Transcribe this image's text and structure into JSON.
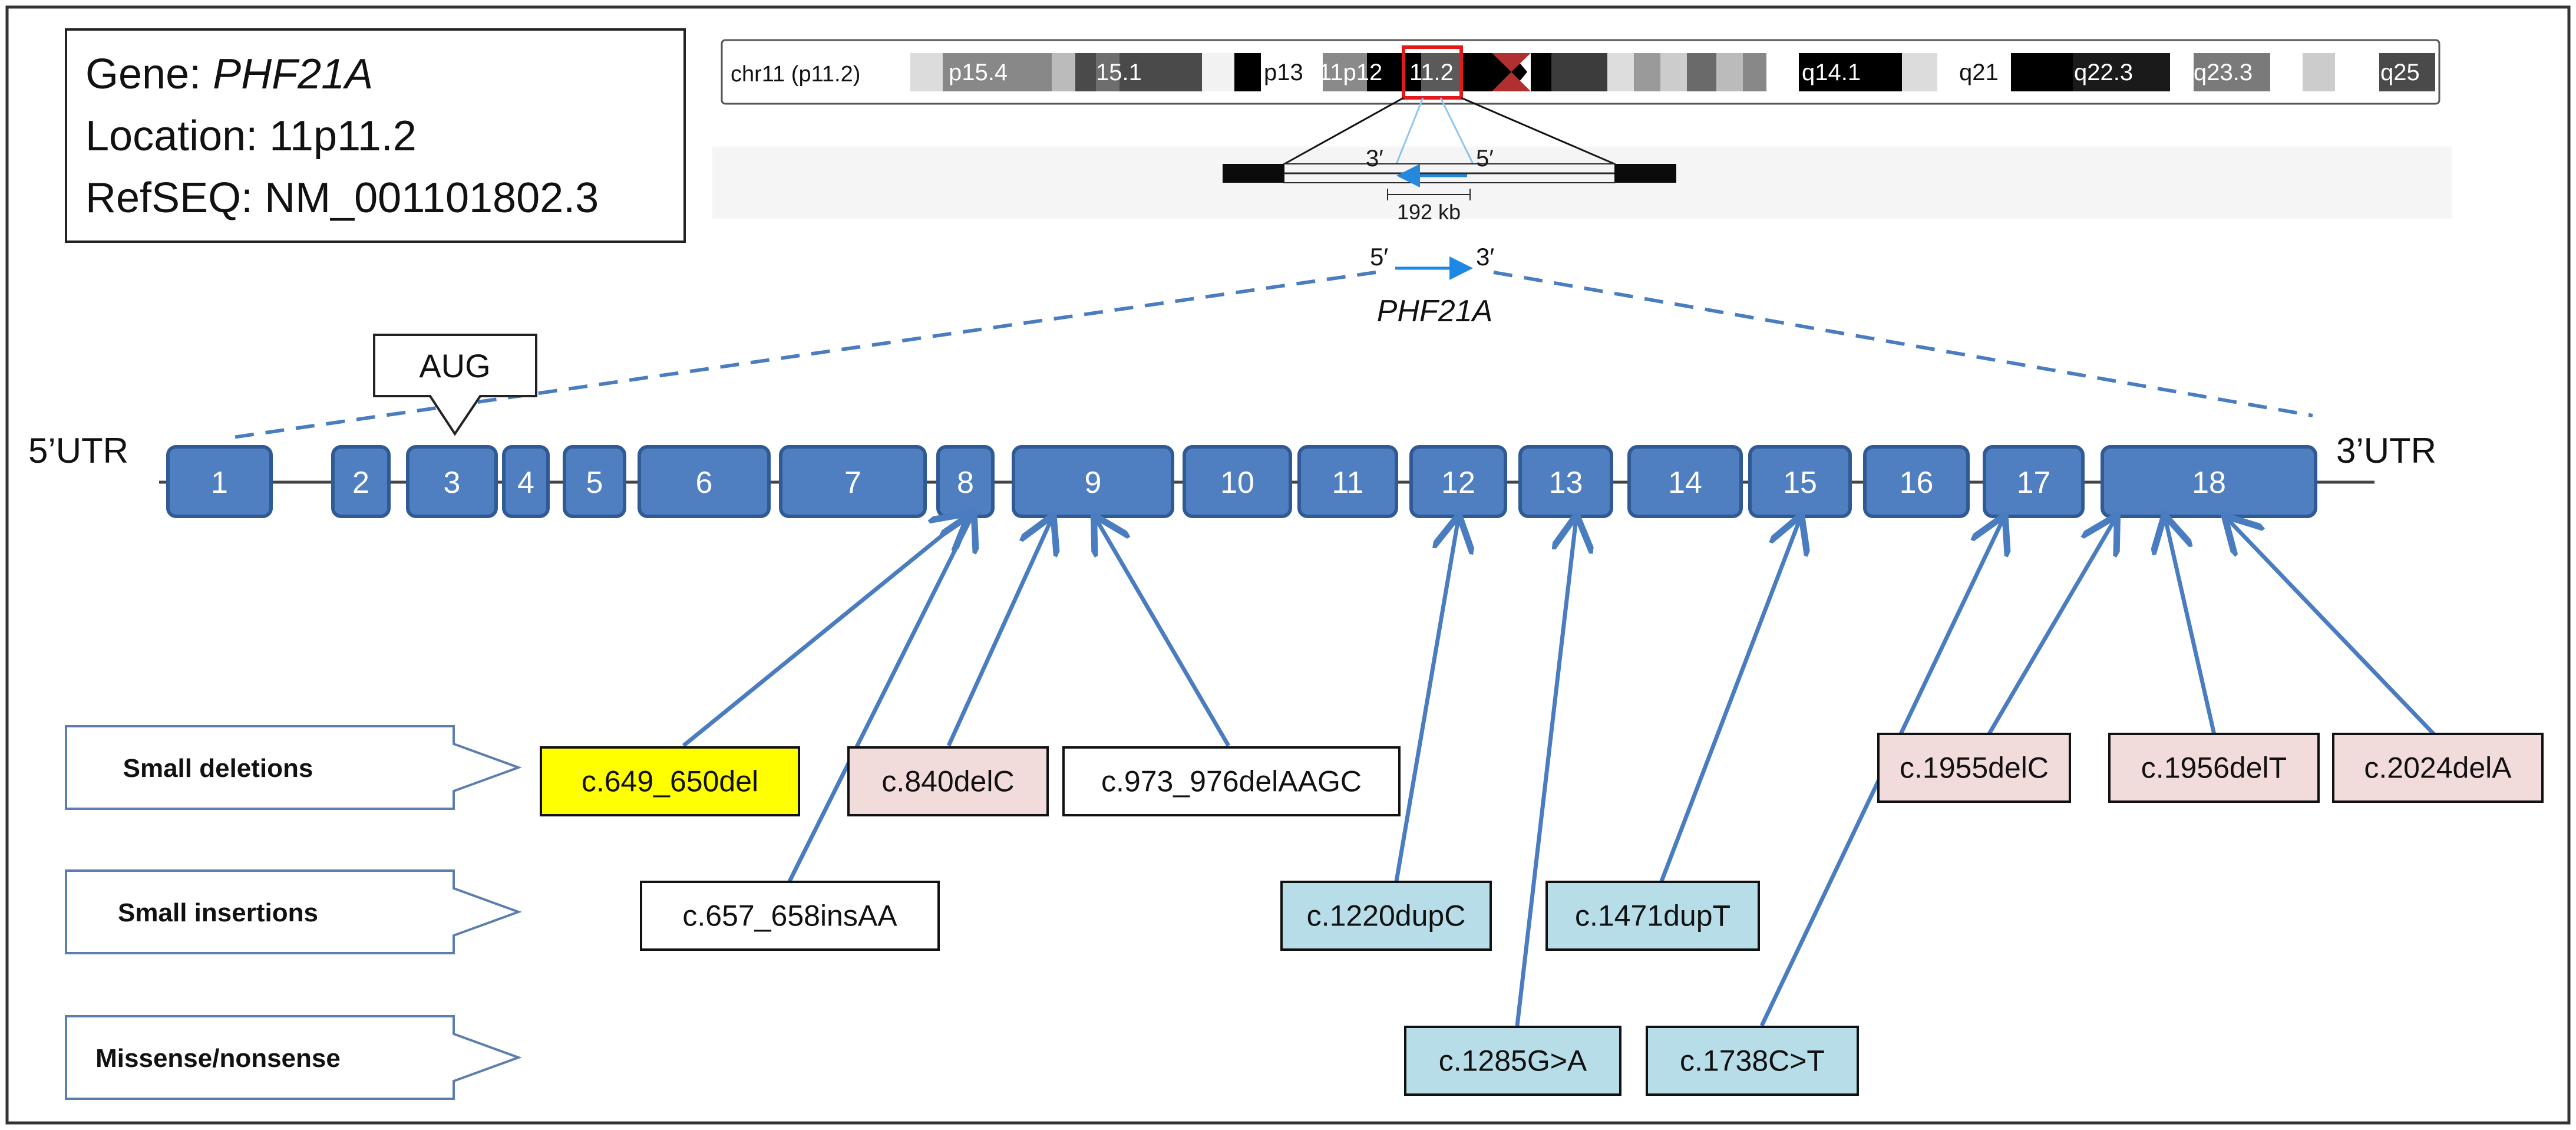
{
  "info_box": {
    "gene_label": "Gene: ",
    "gene": "PHF21A",
    "location": "Location: 11p11.2",
    "refseq": "RefSEQ: NM_001101802.3"
  },
  "chromosome": {
    "label": "chr11 (p11.2)",
    "bands": [
      "p15.4",
      "15.1",
      "p13",
      "11p12",
      "11.2",
      "q14.1",
      "q21",
      "q22.3",
      "q23.3",
      "q25"
    ],
    "centromere_color": "#b03030",
    "highlight_color": "#e31a1c"
  },
  "zoom": {
    "strand_left": "3′",
    "strand_right": "5′",
    "size": "192 kb"
  },
  "gene_arrow": {
    "left": "5′",
    "right": "3′",
    "name": "PHF21A",
    "color": "#1e88e5"
  },
  "transcript": {
    "utr5": "5’UTR",
    "utr3": "3’UTR",
    "start_codon": "AUG",
    "exons": [
      "1",
      "2",
      "3",
      "4",
      "5",
      "6",
      "7",
      "8",
      "9",
      "10",
      "11",
      "12",
      "13",
      "14",
      "15",
      "16",
      "17",
      "18"
    ],
    "exon_fill": "#4f7fc0",
    "exon_stroke": "#2f5a94"
  },
  "categories": [
    "Small deletions",
    "Small insertions",
    "Missense/nonsense"
  ],
  "variants": [
    {
      "label": "c.649_650del",
      "fill": "#ffff00"
    },
    {
      "label": "c.657_658insAA",
      "fill": "#ffffff"
    },
    {
      "label": "c.840delC",
      "fill": "#f2dcdb"
    },
    {
      "label": "c.973_976delAAGC",
      "fill": "#ffffff"
    },
    {
      "label": "c.1220dupC",
      "fill": "#b7dde8"
    },
    {
      "label": "c.1285G>A",
      "fill": "#b7dde8"
    },
    {
      "label": "c.1471dupT",
      "fill": "#b7dde8"
    },
    {
      "label": "c.1738C>T",
      "fill": "#b7dde8"
    },
    {
      "label": "c.1955delC",
      "fill": "#f2dcdb"
    },
    {
      "label": "c.1956delT",
      "fill": "#f2dcdb"
    },
    {
      "label": "c.2024delA",
      "fill": "#f2dcdb"
    }
  ]
}
